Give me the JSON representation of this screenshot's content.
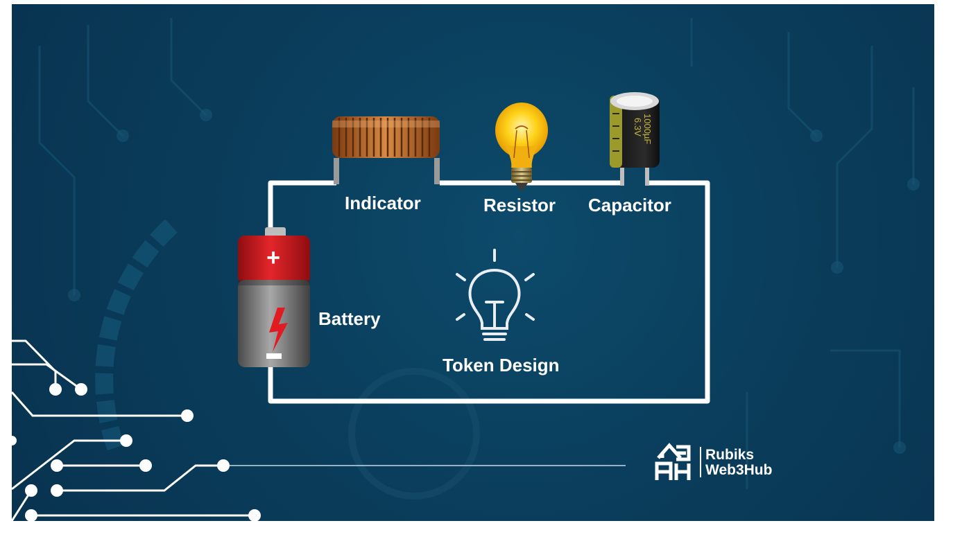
{
  "diagram": {
    "components": {
      "inductor": "Indicator",
      "resistor": "Resistor",
      "capacitor": "Capacitor",
      "battery": "Battery"
    },
    "center": {
      "caption": "Token Design",
      "icon": "lightbulb-outline-icon"
    },
    "capacitor_marking": [
      "1000µF",
      "6.3V"
    ],
    "battery_terminals": {
      "positive": "+",
      "negative": "−"
    }
  },
  "brand": {
    "line1": "Rubiks",
    "line2": "Web3Hub",
    "logo": "rubiks-web3hub-logo"
  },
  "colors": {
    "background": "#0a3e5c",
    "wire": "#ffffff",
    "battery_top": "#d9191f",
    "battery_body": "#7d7d7d",
    "bolt": "#e11b22",
    "copper": "#b8662a",
    "bulb_glow": "#ffd21a"
  }
}
